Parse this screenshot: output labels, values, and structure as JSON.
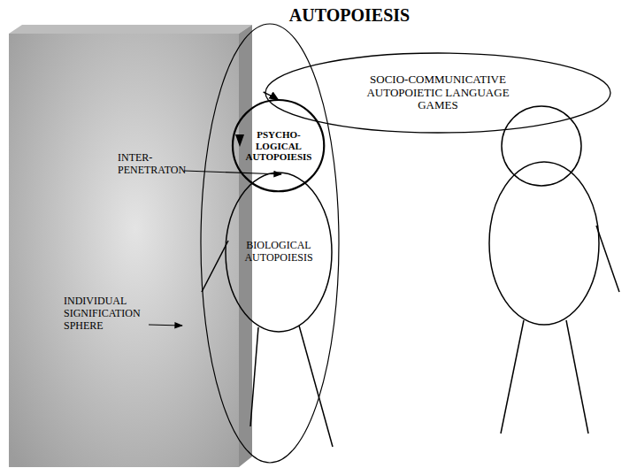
{
  "diagram": {
    "title": "AUTOPOIESIS",
    "nodes": [
      {
        "text": [
          "SOCIO-COMMUNICATIVE AUTOPOIETIC LANGUAGE GAMES"
        ]
      },
      {
        "text": [
          "PSYCHO- LOGICAL AUTOPOIESIS"
        ]
      },
      {
        "text": [
          "BIOLOGICAL AUTOPOIESIS"
        ]
      }
    ],
    "edges": [
      {
        "from": 0,
        "to": 1,
        "arrow": "to"
      }
    ],
    "labels": [
      "INTER- PENETRATON",
      "INDIVIDUAL SIGNIFICATION SPHERE"
    ]
  }
}
